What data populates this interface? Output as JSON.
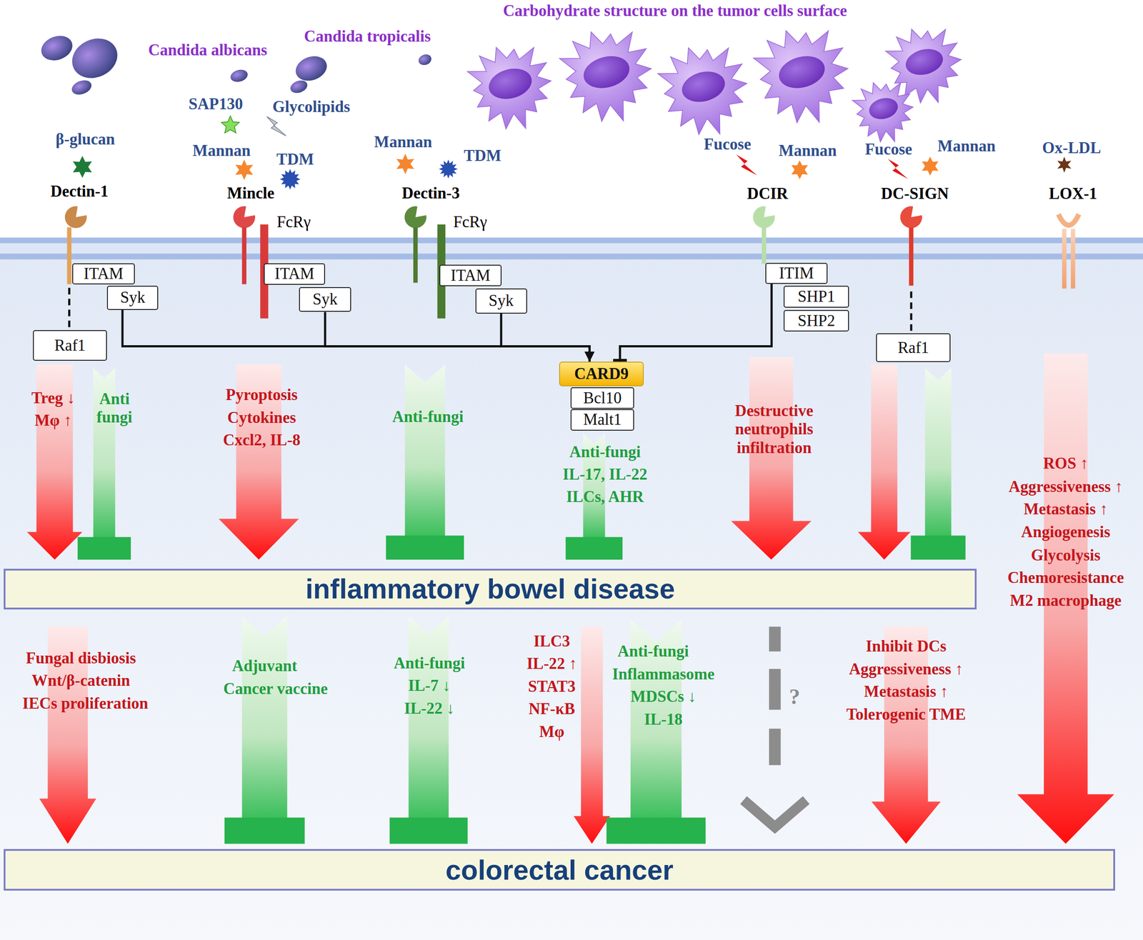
{
  "diagram": {
    "nodes": [
      {
        "text": [
          "ITAM"
        ]
      },
      {
        "text": [
          "Syk"
        ]
      },
      {
        "text": [
          "Raf1"
        ]
      },
      {
        "text": [
          "ITAM"
        ]
      },
      {
        "text": [
          "Syk"
        ]
      },
      {
        "text": [
          "ITAM"
        ]
      },
      {
        "text": [
          "Syk"
        ]
      },
      {
        "text": [
          "ITIM"
        ]
      },
      {
        "text": [
          "SHP1"
        ]
      },
      {
        "text": [
          "SHP2"
        ]
      },
      {
        "text": [
          "CARD9"
        ]
      },
      {
        "text": [
          "Bcl10"
        ]
      },
      {
        "text": [
          "Malt1"
        ]
      },
      {
        "text": [
          "Raf1"
        ]
      },
      {
        "text": [
          "inflammatory bowel disease"
        ]
      },
      {
        "text": [
          "colorectal cancer"
        ]
      }
    ],
    "edges": [
      {
        "from": 1,
        "to": 10,
        "arrow": "to"
      },
      {
        "from": 4,
        "to": 10,
        "arrow": "to"
      },
      {
        "from": 6,
        "to": 10,
        "arrow": "to"
      },
      {
        "from": 7,
        "to": 10,
        "arrow": "to"
      }
    ],
    "labels": [
      "Carbohydrate structure on the tumor cells surface",
      "Candida tropicalis",
      "Candida albicans",
      "SAP130",
      "Glycolipids",
      "β-glucan",
      "Mannan",
      "TDM",
      "Mannan",
      "TDM",
      "Fucose",
      "Mannan",
      "Fucose",
      "Mannan",
      "Ox-LDL",
      "Dectin-1",
      "Mincle",
      "Dectin-3",
      "DCIR",
      "DC-SIGN",
      "LOX-1",
      "FcRγ",
      "FcRγ",
      "Treg ↓",
      "Mφ ↑",
      "Anti fungi",
      "Pyroptosis",
      "Cytokines",
      "Cxcl2, IL-8",
      "Anti-fungi",
      "Anti-fungi",
      "IL-17, IL-22",
      "ILCs, AHR",
      "Destructive neutrophils infiltration",
      "ROS ↑",
      "Aggressiveness ↑",
      "Metastasis ↑",
      "Angiogenesis",
      "Glycolysis",
      "Chemoresistance",
      "M2 macrophage",
      "Fungal disbiosis",
      "Wnt/β-catenin",
      "IECs proliferation",
      "Adjuvant",
      "Cancer vaccine",
      "Anti-fungi",
      "IL-7 ↓",
      "IL-22 ↓",
      "ILC3",
      "IL-22 ↑",
      "STAT3",
      "NF-κB",
      "Mφ",
      "Anti-fungi",
      "Inflammasome",
      "MDSCs ↓",
      "IL-18",
      "?",
      "Inhibit DCs",
      "Aggressiveness ↑",
      "Metastasis ↑",
      "Tolerogenic TME"
    ]
  }
}
